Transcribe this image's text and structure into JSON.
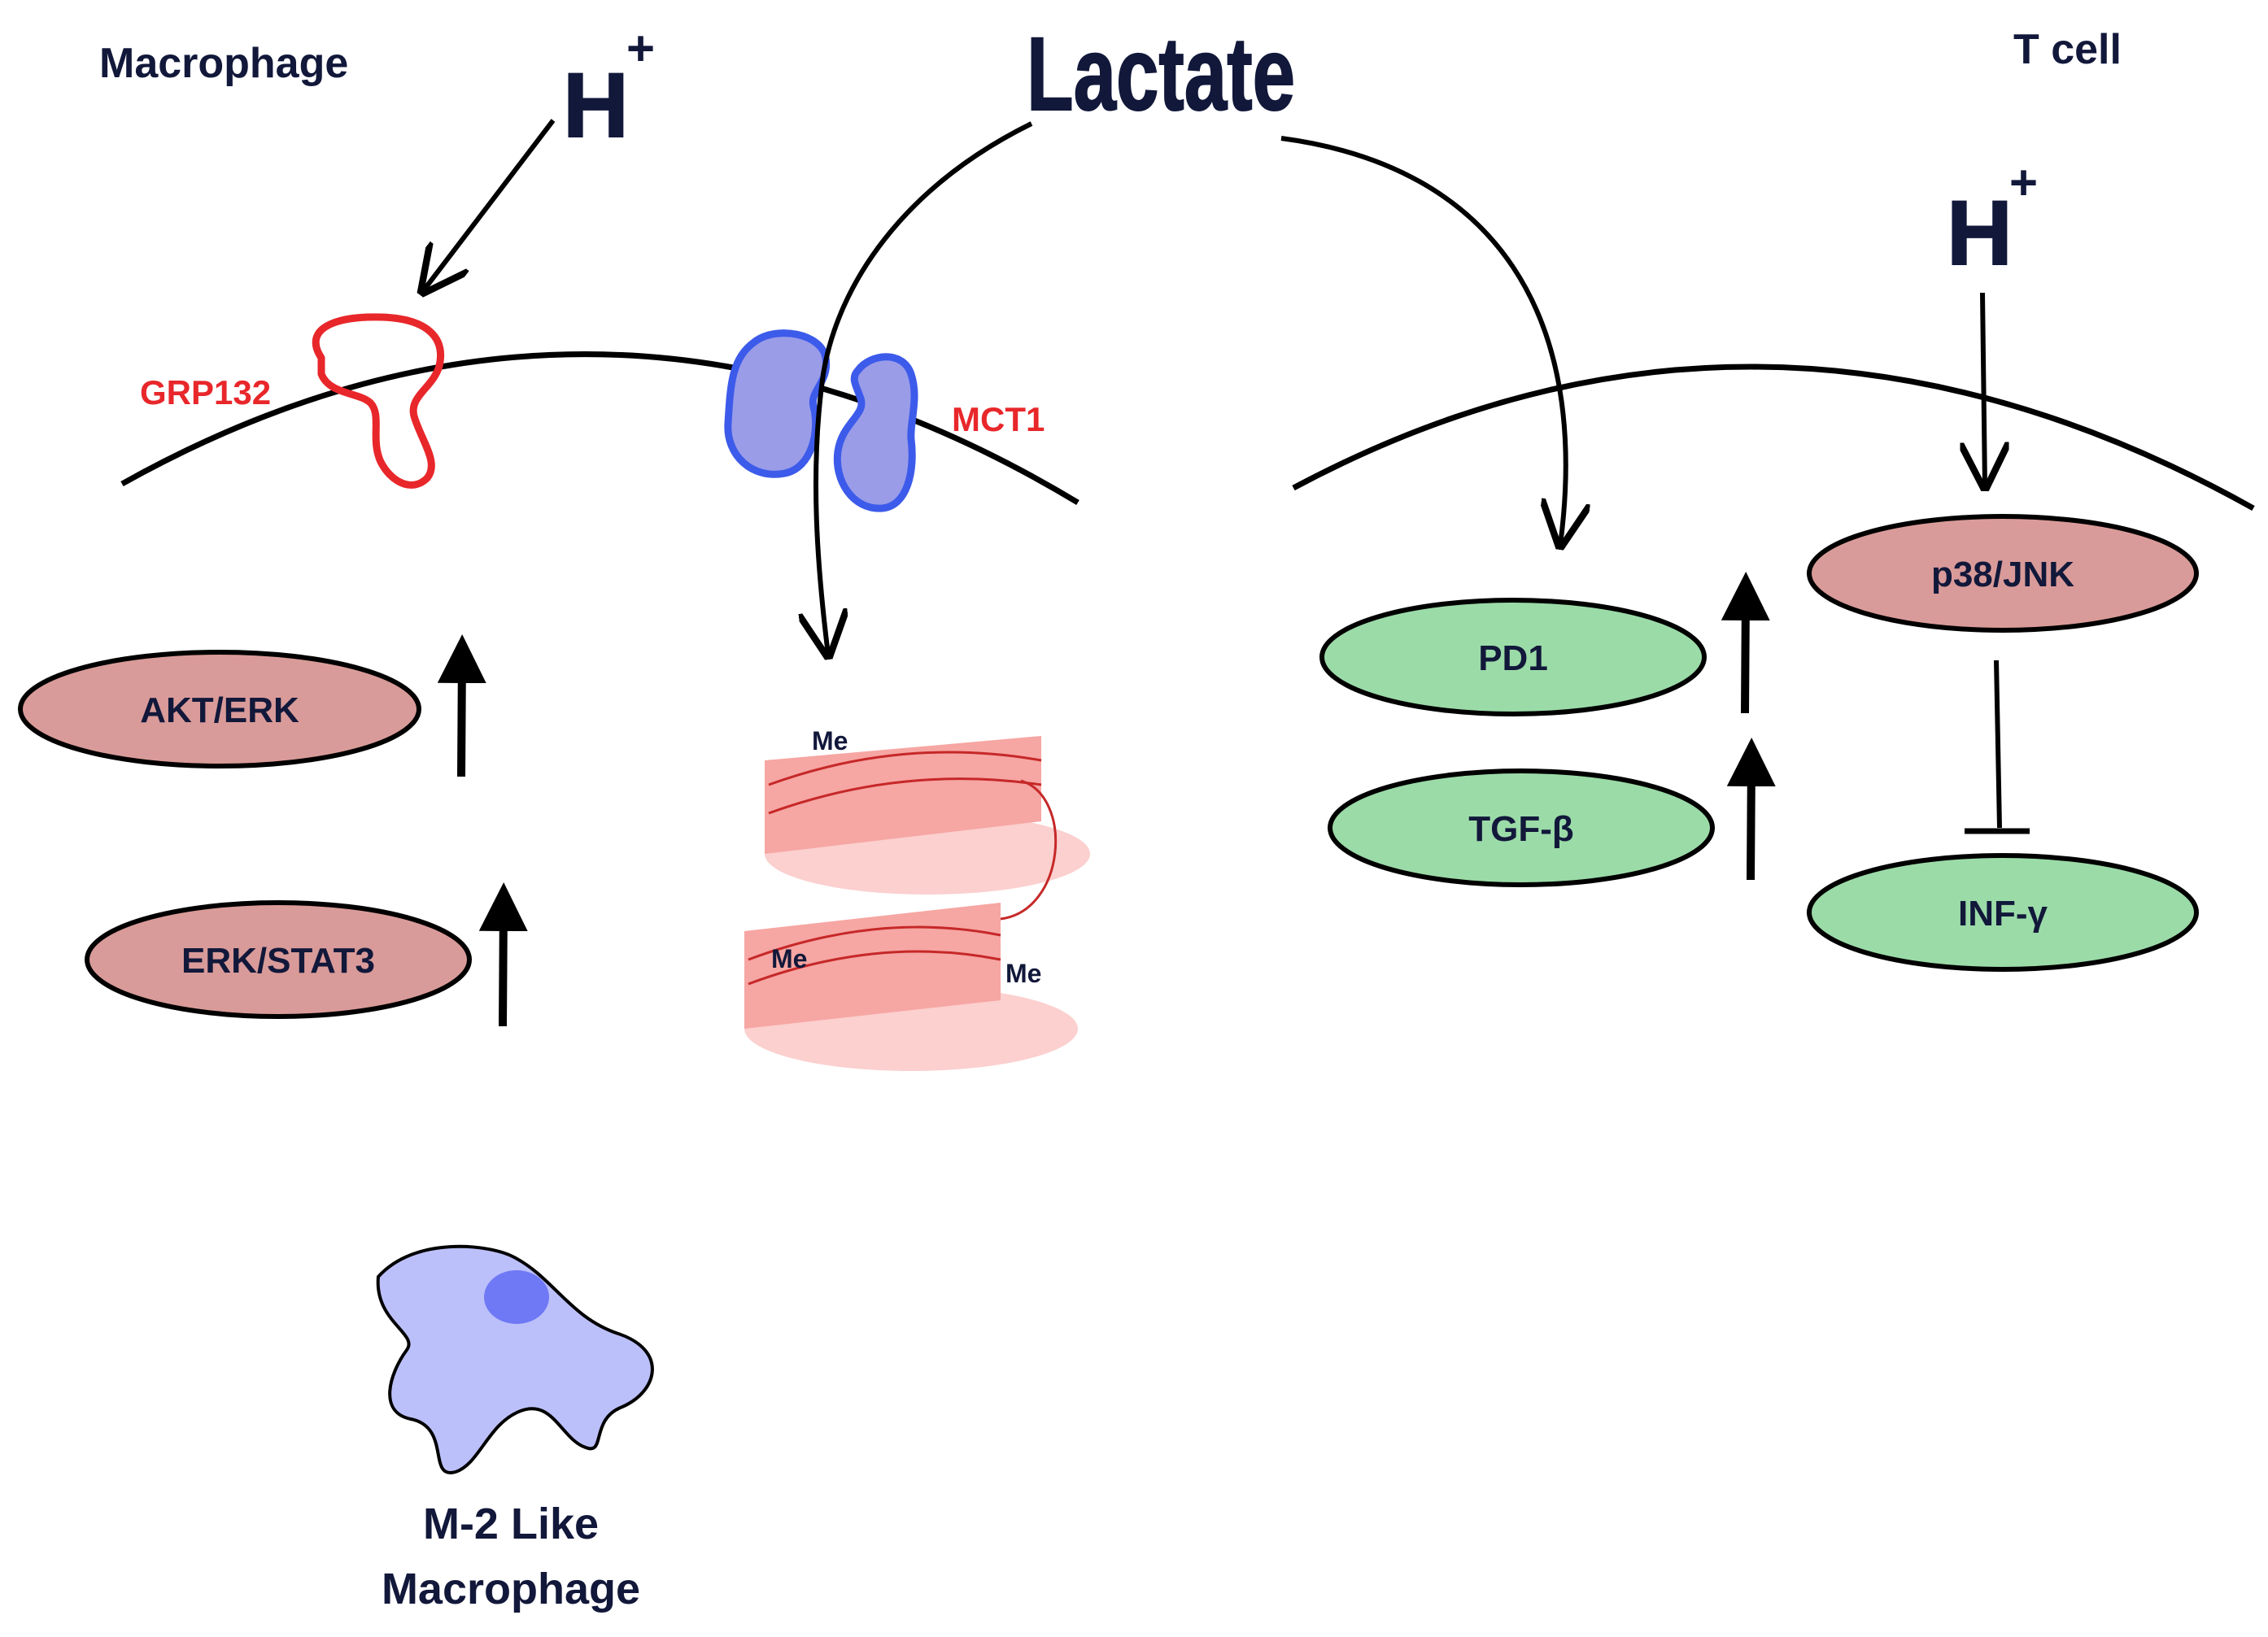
{
  "labels": {
    "macrophage": "Macrophage",
    "t_cell": "T cell",
    "lactate": "Lactate",
    "h_left": "H",
    "h_right": "H",
    "plus": "+",
    "grp132": "GRP132",
    "mct1": "MCT1",
    "akt_erk": "AKT/ERK",
    "erk_stat3": "ERK/STAT3",
    "pd1": "PD1",
    "tgf_beta": "TGF-β",
    "p38_jnk": "p38/JNK",
    "inf_gamma": "INF-γ",
    "me": "Me",
    "m2_line1": "M-2 Like",
    "m2_line2": "Macrophage"
  },
  "colors": {
    "receptor_red": "#e8272b",
    "mct1_fill": "#9a9ce8",
    "mct1_stroke": "#3d5bea",
    "kinase_fill": "#d99b99",
    "cytokine_fill": "#9bdba8",
    "nucleosome_fill": "#f6a6a3",
    "cell_fill": "#bcc0fa",
    "nucleus_fill": "#6f79f5",
    "text_dark": "#12183a"
  }
}
